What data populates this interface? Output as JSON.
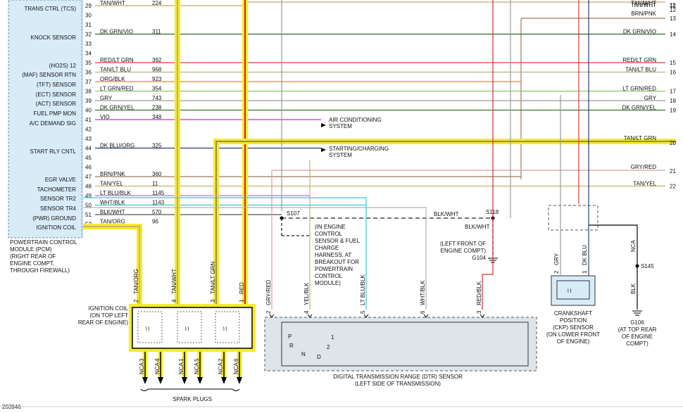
{
  "diagram_id": "203946",
  "pcm": {
    "title_lines": [
      "POWERTRAIN CONTROL",
      "MODULE (PCM)",
      "(RIGHT REAR OF",
      "ENGINE COMPT,",
      "THROUGH FIREWALL)"
    ],
    "labels": [
      {
        "text": "TRANS CTRL (TCS)"
      },
      {
        "text": "KNOCK SENSOR"
      },
      {
        "text": "(HO2S) 12"
      },
      {
        "text": "(MAF) SENSOR RTN"
      },
      {
        "text": "(TFT) SENSOR"
      },
      {
        "text": "(ECT) SENSOR"
      },
      {
        "text": "(ACT) SENSOR"
      },
      {
        "text": "FUEL PMP MON"
      },
      {
        "text": "A/C DEMAND SIG"
      },
      {
        "text": "START RLY CNTL"
      },
      {
        "text": "EGR VALVE"
      },
      {
        "text": "TACHOMETER"
      },
      {
        "text": "SENSOR TR2"
      },
      {
        "text": "SENSOR TR4"
      },
      {
        "text": "(PWR) GROUND"
      },
      {
        "text": "IGNITION COIL"
      }
    ],
    "pins": [
      "29",
      "30",
      "31",
      "32",
      "33",
      "34",
      "35",
      "36",
      "37",
      "38",
      "39",
      "40",
      "41",
      "42",
      "43",
      "44",
      "45",
      "46",
      "47",
      "48",
      "49",
      "50",
      "51",
      "52"
    ]
  },
  "wires": [
    {
      "pin": "29",
      "color_name": "TAN/WHT",
      "circuit": "224",
      "right_label": "TAN/WHT",
      "right_num": "12",
      "hex": "#c8a86b"
    },
    {
      "pin": "32",
      "color_name": "DK GRN/VIO",
      "circuit": "311",
      "right_label": "DK GRN/VIO",
      "right_num": "14",
      "hex": "#2e6b2e"
    },
    {
      "pin": "35",
      "color_name": "RED/LT GRN",
      "circuit": "392",
      "right_label": "RED/LT GRN",
      "right_num": "15",
      "hex": "#e23a3a"
    },
    {
      "pin": "36",
      "color_name": "TAN/LT BLU",
      "circuit": "968",
      "right_label": "TAN/LT BLU",
      "right_num": "16",
      "hex": "#b9b08a"
    },
    {
      "pin": "37",
      "color_name": "ORG/BLK",
      "circuit": "923",
      "right_label": "",
      "right_num": "",
      "hex": "#d98a3a"
    },
    {
      "pin": "38",
      "color_name": "LT GRN/RED",
      "circuit": "354",
      "right_label": "LT GRN/RED",
      "right_num": "17",
      "hex": "#8ac86a"
    },
    {
      "pin": "39",
      "color_name": "GRY",
      "circuit": "743",
      "right_label": "GRY",
      "right_num": "18",
      "hex": "#9a9a9a"
    },
    {
      "pin": "40",
      "color_name": "DK GRN/YEL",
      "circuit": "238",
      "right_label": "DK GRN/YEL",
      "right_num": "19",
      "hex": "#3a7a2a"
    },
    {
      "pin": "41",
      "color_name": "VIO",
      "circuit": "348",
      "right_label": "",
      "right_num": "",
      "hex": "#e020e0"
    },
    {
      "pin": "44",
      "color_name": "DK BLU/ORG",
      "circuit": "325",
      "right_label": "",
      "right_num": "",
      "hex": "#2a3a7a"
    },
    {
      "pin": "47",
      "color_name": "BRN/PNK",
      "circuit": "360",
      "right_label": "",
      "right_num": "",
      "hex": "#a0785a"
    },
    {
      "pin": "48",
      "color_name": "TAN/YEL",
      "circuit": "11",
      "right_label": "TAN/YEL",
      "right_num": "22",
      "hex": "#c8b46a"
    },
    {
      "pin": "49",
      "color_name": "LT BLU/BLK",
      "circuit": "1145",
      "right_label": "",
      "right_num": "",
      "hex": "#5aa0d0"
    },
    {
      "pin": "50",
      "color_name": "WHT/BLK",
      "circuit": "1143",
      "right_label": "",
      "right_num": "",
      "hex": "#38c8d0"
    },
    {
      "pin": "51",
      "color_name": "BLK/WHT",
      "circuit": "570",
      "right_label": "",
      "right_num": "",
      "hex": "#555555"
    },
    {
      "pin": "52",
      "color_name": "TAN/ORG",
      "circuit": "96",
      "right_label": "",
      "right_num": "",
      "hex": "#d8b060"
    }
  ],
  "top_right": {
    "lines": [
      {
        "label": "TAN/WHT",
        "num": "11"
      },
      {
        "label": "",
        "num": "12"
      },
      {
        "label": "BRN/PNK",
        "num": "13"
      },
      {
        "label": "TAN/LT GRN",
        "num": "20"
      },
      {
        "label": "GRY/RED",
        "num": "21"
      }
    ]
  },
  "destinations": {
    "ac": [
      "AIR CONDITIONING",
      "SYSTEM"
    ],
    "starting": [
      "STARTING/CHARGING",
      "SYSTEM"
    ]
  },
  "splices": {
    "s107": "S107",
    "s118": "S118",
    "s145": "S145",
    "blk_wht_1": "BLK/WHT",
    "blk_wht_2": "BLK/WHT",
    "g104": "G104",
    "g104_loc": [
      "(LEFT FRONT OF",
      "ENGINE COMPT)"
    ],
    "harness_note": [
      "(IN ENGINE",
      "CONTROL",
      "SENSOR & FUEL",
      "CHARGE",
      "HARNESS, AT",
      "BREAKOUT FOR",
      "POWERTRAIN",
      "CONTROL",
      "MODULE)"
    ],
    "g106": "G106",
    "g106_loc": [
      "(AT TOP REAR",
      "OF ENGINE",
      "COMPT)"
    ],
    "nca": "NCA",
    "blk": "BLK"
  },
  "coil": {
    "title_lines": [
      "IGNITION COIL",
      "(ON TOP LEFT",
      "REAR OF ENGINE)"
    ],
    "vertical_wires": [
      {
        "pin": "2",
        "label": "TAN/ORG"
      },
      {
        "pin": "4",
        "label": "TAN/WHT"
      },
      {
        "pin": "3",
        "label": "TAN/LT GRN"
      },
      {
        "pin": "1",
        "label": "RED"
      }
    ],
    "outputs": [
      {
        "nca": "NCA",
        "num": "3"
      },
      {
        "nca": "NCA",
        "num": "4"
      },
      {
        "nca": "NCA",
        "num": "1"
      },
      {
        "nca": "NCA",
        "num": "5"
      },
      {
        "nca": "NCA",
        "num": "2"
      },
      {
        "nca": "NCA",
        "num": "6"
      }
    ],
    "spark_plugs": "SPARK PLUGS"
  },
  "dtr": {
    "title_lines": [
      "DIGITAL TRANSMISSION RANGE (DTR) SENSOR",
      "(LEFT SIDE OF TRANSMISSION)"
    ],
    "pins": [
      {
        "pin": "2",
        "label": "GRY/RED"
      },
      {
        "pin": "4",
        "label": "YEL/BLK"
      },
      {
        "pin": "5",
        "label": "LT BLU/BLK"
      },
      {
        "pin": "6",
        "label": "WHT/BLK"
      },
      {
        "pin": "3",
        "label": "RED/BLK"
      }
    ],
    "switch_letters": {
      "p": "P",
      "r": "R",
      "n": "N",
      "d": "D",
      "one": "1",
      "two": "2"
    }
  },
  "ckp": {
    "title_lines": [
      "CRANKSHAFT",
      "POSITION",
      "(CKP) SENSOR",
      "(ON LOWER FRONT",
      "OF ENGINE)"
    ],
    "pins": [
      {
        "pin": "2",
        "label": "GRY"
      },
      {
        "pin": "1",
        "label": "DK BLU"
      }
    ]
  }
}
